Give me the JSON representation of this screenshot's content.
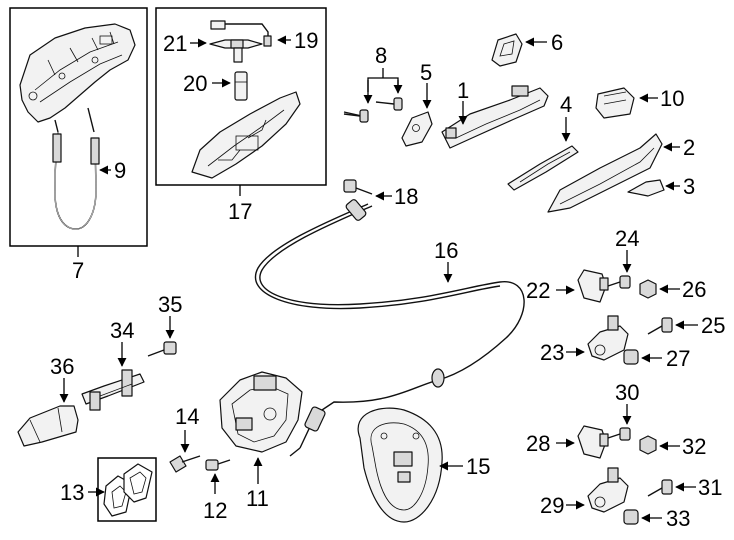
{
  "diagram": {
    "callouts": {
      "c1": "1",
      "c2": "2",
      "c3": "3",
      "c4": "4",
      "c5": "5",
      "c6": "6",
      "c7": "7",
      "c8": "8",
      "c9": "9",
      "c10": "10",
      "c11": "11",
      "c12": "12",
      "c13": "13",
      "c14": "14",
      "c15": "15",
      "c16": "16",
      "c17": "17",
      "c18": "18",
      "c19": "19",
      "c20": "20",
      "c21": "21",
      "c22": "22",
      "c23": "23",
      "c24": "24",
      "c25": "25",
      "c26": "26",
      "c27": "27",
      "c28": "28",
      "c29": "29",
      "c30": "30",
      "c31": "31",
      "c32": "32",
      "c33": "33",
      "c34": "34",
      "c35": "35",
      "c36": "36"
    },
    "colors": {
      "line": "#000000",
      "part_fill": "#f2f2f2",
      "part_shade": "#d9d9d9",
      "background": "#ffffff"
    }
  }
}
